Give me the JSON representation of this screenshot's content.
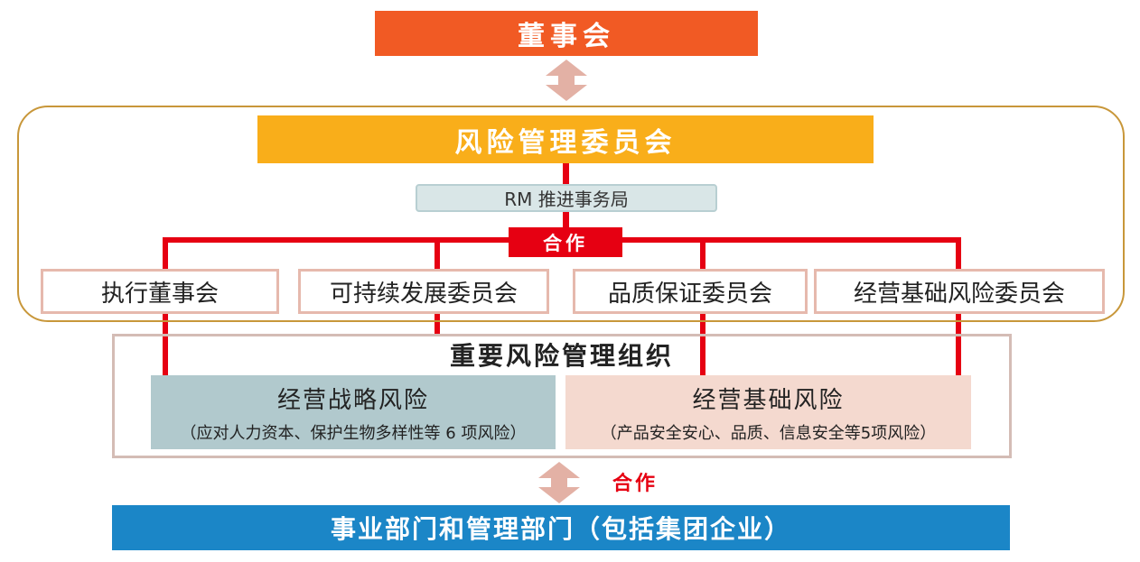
{
  "board": {
    "label": "董事会"
  },
  "risk_committee": {
    "label": "风险管理委员会"
  },
  "rm_bureau": {
    "label": "RM 推进事务局"
  },
  "cooperation_mid": {
    "label": "合作"
  },
  "committees": [
    {
      "label": "执行董事会"
    },
    {
      "label": "可持续发展委员会"
    },
    {
      "label": "品质保证委员会"
    },
    {
      "label": "经营基础风险委员会"
    }
  ],
  "major_org": {
    "label": "重要风险管理组织"
  },
  "risk_strategy": {
    "title": "经营战略风险",
    "subtitle": "（应对人力资本、保护生物多样性等 6 项风险）"
  },
  "risk_foundation": {
    "title": "经营基础风险",
    "subtitle": "（产品安全安心、品质、信息安全等5项风险）"
  },
  "cooperation_low": {
    "label": "合作"
  },
  "departments": {
    "label": "事业部门和管理部门（包括集团企业）"
  },
  "colors": {
    "board": "#f15a24",
    "risk_committee": "#f9ae1a",
    "connector": "#e60012",
    "strategy_bg": "#b1c9cd",
    "foundation_bg": "#f4d9cf",
    "departments": "#1b86c7",
    "arrow": "#e3b1a5"
  }
}
